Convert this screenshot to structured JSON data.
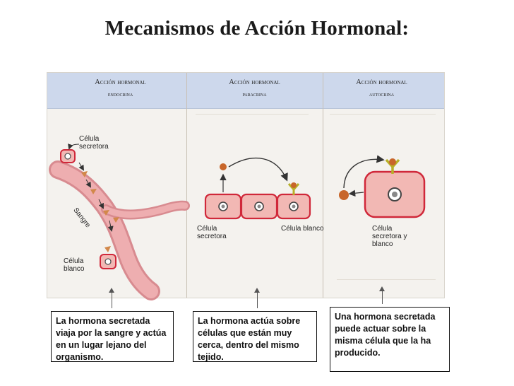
{
  "title": "Mecanismos de Acción Hormonal:",
  "panels": [
    {
      "heading_top": "Acción hormonal",
      "heading_bottom": "endocrina"
    },
    {
      "heading_top": "Acción hormonal",
      "heading_bottom": "paracrina"
    },
    {
      "heading_top": "Acción hormonal",
      "heading_bottom": "autocrina"
    }
  ],
  "labels": {
    "endocrine_secretory": "Célula secretora",
    "endocrine_blood": "Sangre",
    "endocrine_target": "Célula blanco",
    "paracrine_secretory": "Célula secretora",
    "paracrine_target": "Célula blanco",
    "autocrine_cell": "Célula secretora y blanco"
  },
  "captions": [
    "La hormona secretada viaja por la sangre y actúa en un lugar lejano del organismo.",
    "La hormona actúa sobre células que están muy cerca, dentro del mismo tejido.",
    "Una hormona secretada puede actuar sobre la misma célula que la ha producido."
  ],
  "colors": {
    "cell_fill": "#f2b8b4",
    "cell_border": "#d0283a",
    "hormone": "#c8662a",
    "receptor": "#b8b028",
    "vessel": "#e8a0a4"
  }
}
